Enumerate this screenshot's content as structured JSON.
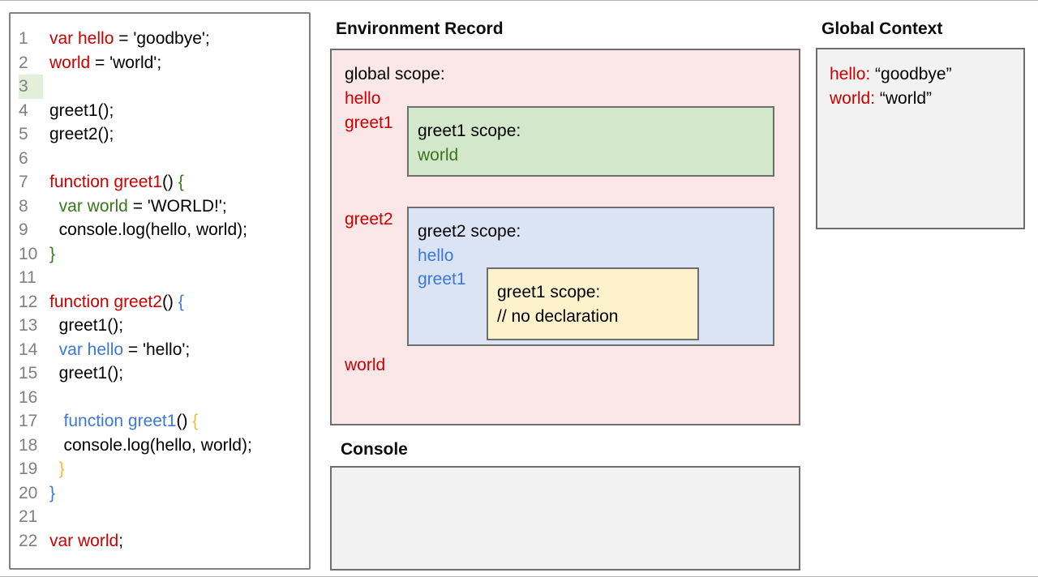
{
  "palette": {
    "red": "#cc0000",
    "green": "#38761d",
    "blue": "#3c78d8",
    "yellow": "#edbd3e",
    "gray": "#808080",
    "hl_green": "#e2efda",
    "pink": "#fbe7e7",
    "lt_green": "#d3e7ca",
    "lt_blue": "#dae4f5",
    "lt_yellow": "#fdf2cc",
    "lt_gray": "#f2f2f2"
  },
  "code_editor": {
    "lines": [
      {
        "n": "1",
        "tokens": [
          {
            "t": "var hello",
            "c": "red"
          },
          {
            "t": " = 'goodbye';",
            "c": "black"
          }
        ]
      },
      {
        "n": "2",
        "tokens": [
          {
            "t": "world",
            "c": "red"
          },
          {
            "t": " = 'world';",
            "c": "black"
          }
        ]
      },
      {
        "n": "3",
        "highlight": true,
        "tokens": []
      },
      {
        "n": "4",
        "tokens": [
          {
            "t": "greet1();",
            "c": "black"
          }
        ]
      },
      {
        "n": "5",
        "tokens": [
          {
            "t": "greet2();",
            "c": "black"
          }
        ]
      },
      {
        "n": "6",
        "tokens": []
      },
      {
        "n": "7",
        "tokens": [
          {
            "t": "function greet1",
            "c": "red"
          },
          {
            "t": "() ",
            "c": "black"
          },
          {
            "t": "{",
            "c": "green"
          }
        ]
      },
      {
        "n": "8",
        "tokens": [
          {
            "t": "  ",
            "c": "black"
          },
          {
            "t": "var world",
            "c": "green"
          },
          {
            "t": " = 'WORLD!';",
            "c": "black"
          }
        ]
      },
      {
        "n": "9",
        "tokens": [
          {
            "t": "  console.log(hello, world);",
            "c": "black"
          }
        ]
      },
      {
        "n": "10",
        "tokens": [
          {
            "t": "}",
            "c": "green"
          }
        ]
      },
      {
        "n": "11",
        "tokens": []
      },
      {
        "n": "12",
        "tokens": [
          {
            "t": "function greet2",
            "c": "red"
          },
          {
            "t": "() ",
            "c": "black"
          },
          {
            "t": "{",
            "c": "blue"
          }
        ]
      },
      {
        "n": "13",
        "tokens": [
          {
            "t": "  greet1();",
            "c": "black"
          }
        ]
      },
      {
        "n": "14",
        "tokens": [
          {
            "t": "  ",
            "c": "black"
          },
          {
            "t": "var hello",
            "c": "blue"
          },
          {
            "t": " = 'hello';",
            "c": "black"
          }
        ]
      },
      {
        "n": "15",
        "tokens": [
          {
            "t": "  greet1();",
            "c": "black"
          }
        ]
      },
      {
        "n": "16",
        "tokens": []
      },
      {
        "n": "17",
        "tokens": [
          {
            "t": "   ",
            "c": "black"
          },
          {
            "t": "function greet1",
            "c": "blue"
          },
          {
            "t": "() ",
            "c": "black"
          },
          {
            "t": "{",
            "c": "yellow"
          }
        ]
      },
      {
        "n": "18",
        "tokens": [
          {
            "t": "   console.log(hello, world);",
            "c": "black"
          }
        ]
      },
      {
        "n": "19",
        "tokens": [
          {
            "t": "  ",
            "c": "black"
          },
          {
            "t": "}",
            "c": "yellow"
          }
        ]
      },
      {
        "n": "20",
        "tokens": [
          {
            "t": "}",
            "c": "blue"
          }
        ]
      },
      {
        "n": "21",
        "tokens": []
      },
      {
        "n": "22",
        "tokens": [
          {
            "t": "var world",
            "c": "red"
          },
          {
            "t": ";",
            "c": "black"
          }
        ]
      }
    ]
  },
  "environment_record": {
    "title": "Environment Record",
    "global_scope_label": "global scope:",
    "global_vars": {
      "hello": "hello",
      "greet1": "greet1",
      "greet2": "greet2",
      "world": "world"
    },
    "greet1_scope": {
      "label": "greet1 scope:",
      "var_world": "world"
    },
    "greet2_scope": {
      "label": "greet2 scope:",
      "var_hello": "hello",
      "var_greet1": "greet1"
    },
    "inner_greet1_scope": {
      "label": "greet1 scope:",
      "comment": "// no declaration"
    }
  },
  "global_context": {
    "title": "Global Context",
    "entries": [
      {
        "key": "hello:",
        "value": " “goodbye”"
      },
      {
        "key": "world:",
        "value": " “world”"
      }
    ]
  },
  "console_panel": {
    "title": "Console",
    "content": ""
  }
}
